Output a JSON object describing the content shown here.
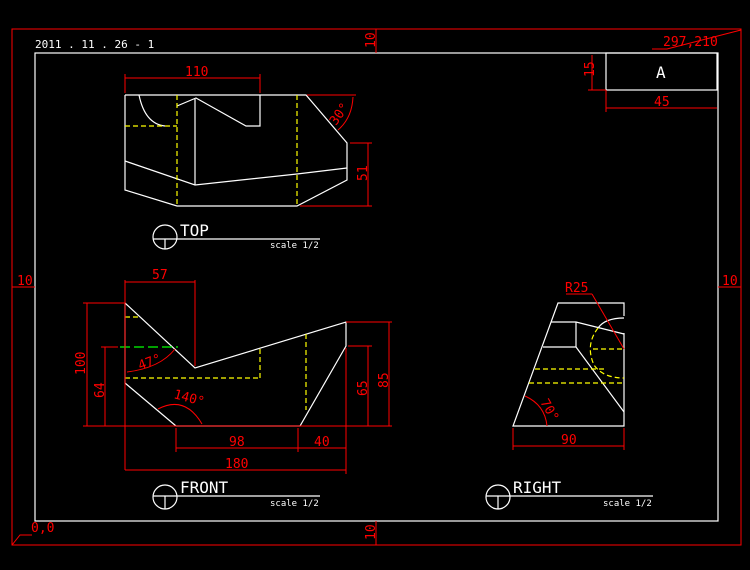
{
  "sheet": {
    "drawing_id": "2011 . 11 . 26 - 1",
    "origin_label": "0,0",
    "corner_label": "297,210",
    "margin_top": "10",
    "margin_bottom": "10",
    "margin_left": "10",
    "margin_right": "10"
  },
  "title_block": {
    "letter": "A",
    "height_dim": "15",
    "width_dim": "45"
  },
  "views": {
    "top": {
      "label": "TOP",
      "scale": "scale 1/2",
      "dims": {
        "width": "110",
        "depth": "51",
        "angle": "30°"
      }
    },
    "front": {
      "label": "FRONT",
      "scale": "scale 1/2",
      "dims": {
        "notch": "57",
        "height": "100",
        "mid_height": "64",
        "right_height": "85",
        "right_low": "65",
        "angle_a": "47°",
        "angle_b": "140°",
        "bottom": "98",
        "chamfer": "40",
        "total": "180"
      }
    },
    "right": {
      "label": "RIGHT",
      "scale": "scale 1/2",
      "dims": {
        "radius": "R25",
        "angle": "70°",
        "width": "90"
      }
    }
  },
  "colors": {
    "background": "#000000",
    "geometry": "#ffffff",
    "dimension": "#ff0000",
    "hidden": "#ffff00",
    "center": "#00ff00"
  }
}
